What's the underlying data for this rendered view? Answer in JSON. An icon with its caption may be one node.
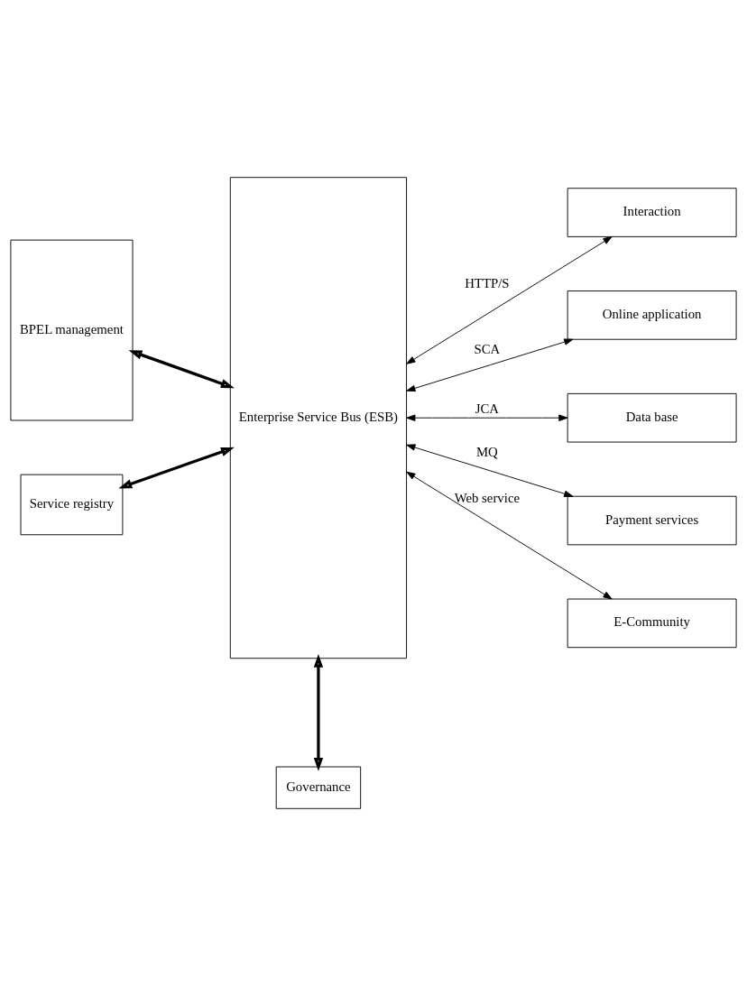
{
  "diagram": {
    "nodes": [
      {
        "text": [
          "BPEL management"
        ]
      },
      {
        "text": [
          "Enterprise Service Bus (ESB)"
        ]
      },
      {
        "text": [
          "Service registry"
        ]
      },
      {
        "text": [
          "Governance"
        ]
      },
      {
        "text": [
          "Interaction"
        ]
      },
      {
        "text": [
          "Online application"
        ]
      },
      {
        "text": [
          "Data base"
        ]
      },
      {
        "text": [
          "Payment services"
        ]
      },
      {
        "text": [
          "E-Community"
        ]
      }
    ],
    "edges": [
      {
        "from": 0,
        "to": 1,
        "arrow": "both",
        "style": "thick"
      },
      {
        "from": 2,
        "to": 1,
        "arrow": "both",
        "style": "thick"
      },
      {
        "from": 1,
        "to": 3,
        "arrow": "both",
        "style": "thick"
      },
      {
        "from": 1,
        "to": 4,
        "arrow": "both",
        "label": "HTTP/S"
      },
      {
        "from": 1,
        "to": 5,
        "arrow": "both",
        "label": "SCA"
      },
      {
        "from": 1,
        "to": 6,
        "arrow": "both",
        "label": "JCA"
      },
      {
        "from": 1,
        "to": 7,
        "arrow": "both",
        "label": "MQ"
      },
      {
        "from": 1,
        "to": 8,
        "arrow": "both",
        "label": "Web service"
      }
    ]
  }
}
